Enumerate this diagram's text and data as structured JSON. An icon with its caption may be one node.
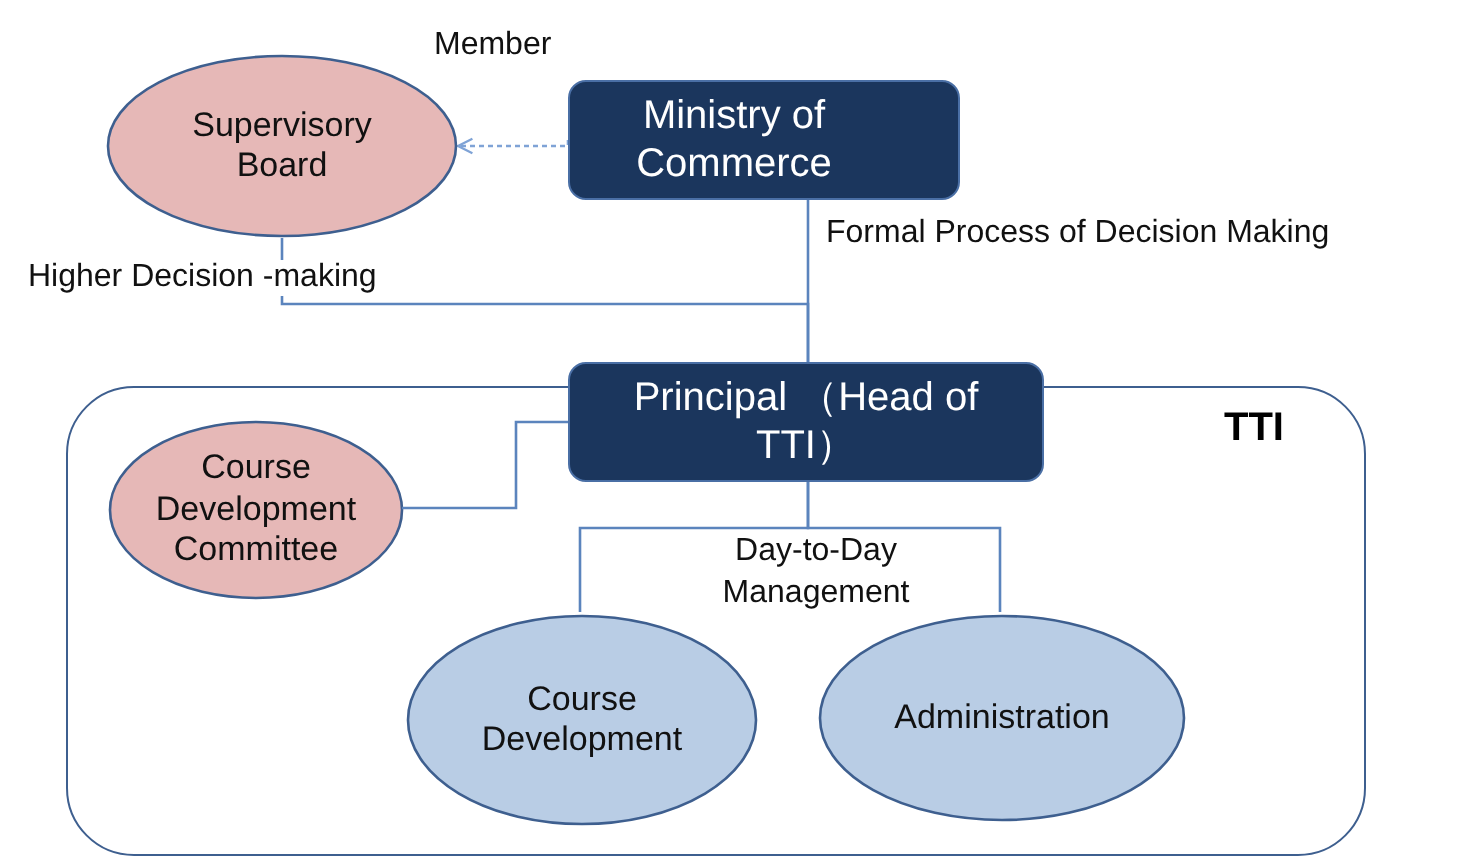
{
  "diagram": {
    "nodes": [
      {
        "text": [
          "Supervisory Board"
        ]
      },
      {
        "text": [
          "Ministry of Commerce"
        ]
      },
      {
        "text": [
          "Principal （Head of TTI）"
        ]
      },
      {
        "text": [
          "TTI"
        ]
      },
      {
        "text": [
          "Course Development Committee"
        ],
        "in": 3
      },
      {
        "text": [
          "Course Development"
        ],
        "in": 3
      },
      {
        "text": [
          "Administration"
        ],
        "in": 3
      }
    ],
    "edges": [
      {
        "from": 1,
        "to": 0,
        "arrow": "to",
        "style": "dashed",
        "color": "#7fa3d6"
      },
      {
        "from": 0,
        "to": 2,
        "arrow": "none"
      },
      {
        "from": 1,
        "to": 2,
        "arrow": "none"
      },
      {
        "from": 2,
        "to": 4,
        "arrow": "none"
      },
      {
        "from": 2,
        "to": 5,
        "arrow": "none"
      },
      {
        "from": 2,
        "to": 6,
        "arrow": "none"
      }
    ],
    "labels": [
      "Member",
      "Formal Process of Decision Making",
      "Higher Decision -making",
      "Day-to-Day Management"
    ]
  }
}
